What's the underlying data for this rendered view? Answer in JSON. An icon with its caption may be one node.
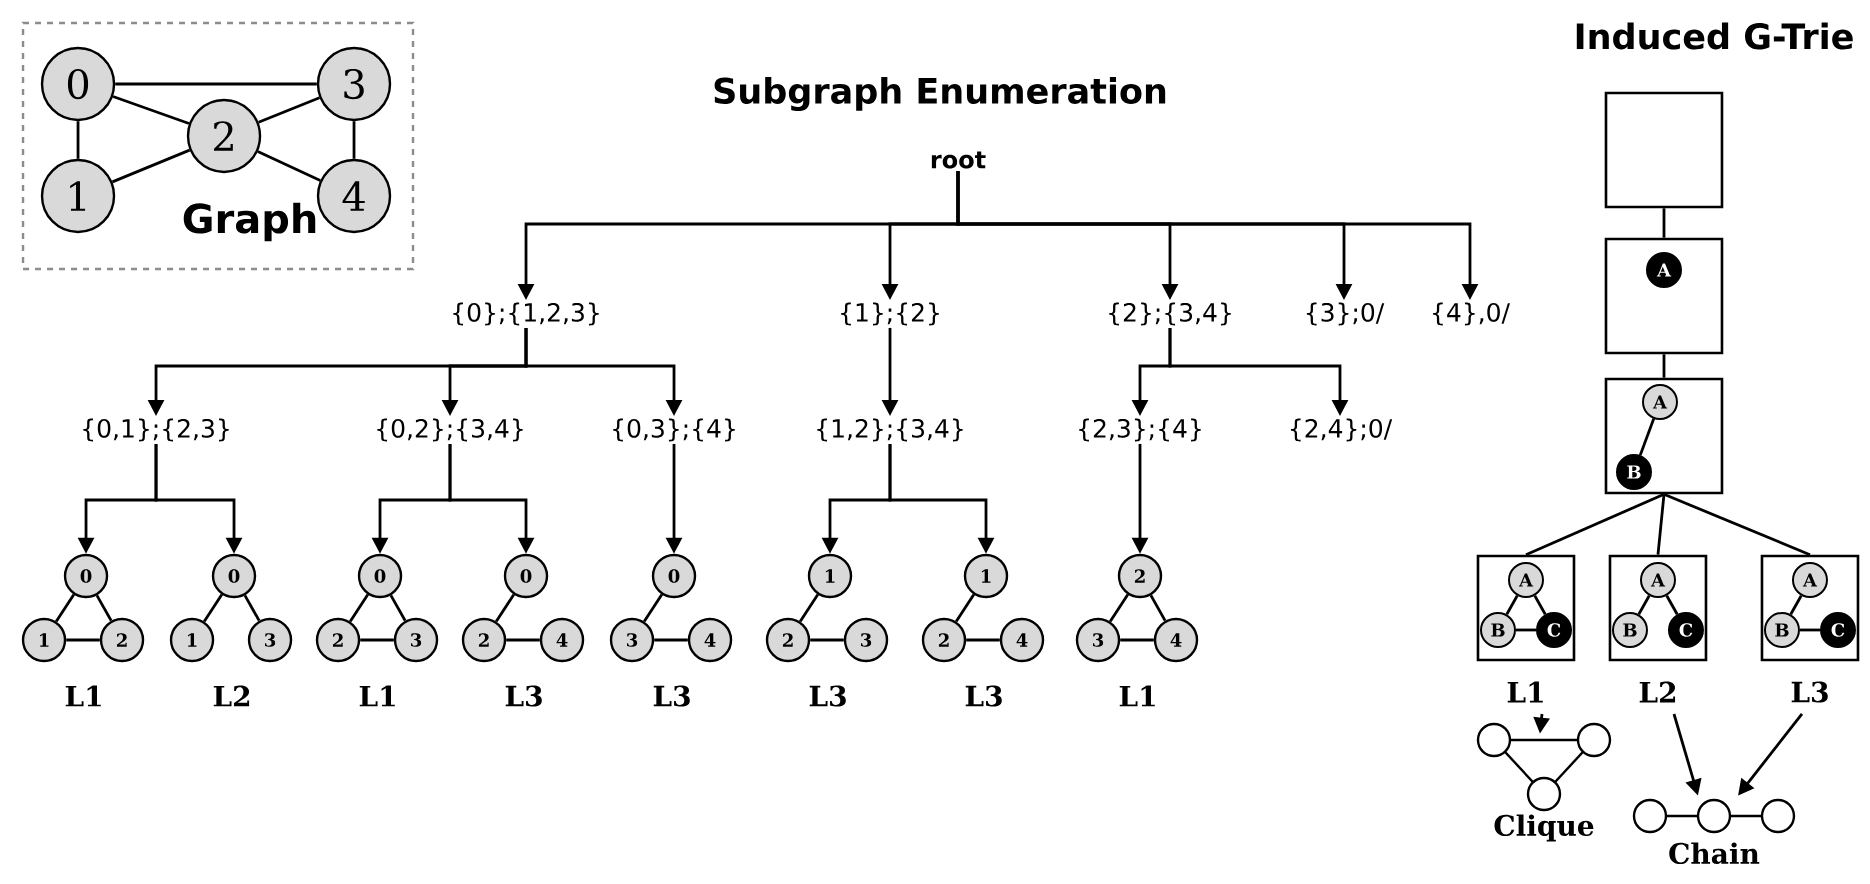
{
  "diagram": {
    "nodes": [
      {
        "text": [
          "Graph"
        ]
      },
      {
        "text": [
          "0"
        ],
        "in": 0
      },
      {
        "text": [
          "1"
        ],
        "in": 0
      },
      {
        "text": [
          "2"
        ],
        "in": 0
      },
      {
        "text": [
          "3"
        ],
        "in": 0
      },
      {
        "text": [
          "4"
        ],
        "in": 0
      },
      {
        "text": [
          "root"
        ]
      },
      {
        "text": [
          "{0};{1,2,3}"
        ]
      },
      {
        "text": [
          "{1};{2}"
        ]
      },
      {
        "text": [
          "{2};{3,4}"
        ]
      },
      {
        "text": [
          "{3};0/"
        ]
      },
      {
        "text": [
          "{4},0/"
        ]
      },
      {
        "text": [
          "{0,1};{2,3}"
        ]
      },
      {
        "text": [
          "{0,2};{3,4}"
        ]
      },
      {
        "text": [
          "{0,3};{4}"
        ]
      },
      {
        "text": [
          "{1,2};{3,4}"
        ]
      },
      {
        "text": [
          "{2,3};{4}"
        ]
      },
      {
        "text": [
          "{2,4};0/"
        ]
      },
      {
        "text": [
          "0"
        ]
      },
      {
        "text": [
          "1"
        ]
      },
      {
        "text": [
          "2"
        ]
      },
      {
        "text": [
          "0"
        ]
      },
      {
        "text": [
          "1"
        ]
      },
      {
        "text": [
          "3"
        ]
      },
      {
        "text": [
          "0"
        ]
      },
      {
        "text": [
          "2"
        ]
      },
      {
        "text": [
          "3"
        ]
      },
      {
        "text": [
          "0"
        ]
      },
      {
        "text": [
          "2"
        ]
      },
      {
        "text": [
          "4"
        ]
      },
      {
        "text": [
          "0"
        ]
      },
      {
        "text": [
          "3"
        ]
      },
      {
        "text": [
          "4"
        ]
      },
      {
        "text": [
          "1"
        ]
      },
      {
        "text": [
          "2"
        ]
      },
      {
        "text": [
          "3"
        ]
      },
      {
        "text": [
          "1"
        ]
      },
      {
        "text": [
          "2"
        ]
      },
      {
        "text": [
          "4"
        ]
      },
      {
        "text": [
          "2"
        ]
      },
      {
        "text": [
          "3"
        ]
      },
      {
        "text": [
          "4"
        ]
      },
      {
        "text": [],
        "shape": "box"
      },
      {
        "text": [],
        "shape": "box"
      },
      {
        "text": [
          "A"
        ],
        "in": 43
      },
      {
        "text": [],
        "shape": "box"
      },
      {
        "text": [
          "A"
        ],
        "in": 45
      },
      {
        "text": [
          "B"
        ],
        "in": 45
      },
      {
        "text": [],
        "shape": "box",
        "beside": [
          "L1"
        ]
      },
      {
        "text": [
          "A"
        ],
        "in": 48
      },
      {
        "text": [
          "B"
        ],
        "in": 48
      },
      {
        "text": [
          "C"
        ],
        "in": 48
      },
      {
        "text": [],
        "shape": "box",
        "beside": [
          "L2"
        ]
      },
      {
        "text": [
          "A"
        ],
        "in": 52
      },
      {
        "text": [
          "B"
        ],
        "in": 52
      },
      {
        "text": [
          "C"
        ],
        "in": 52
      },
      {
        "text": [],
        "shape": "box",
        "beside": [
          "L3"
        ]
      },
      {
        "text": [
          "A"
        ],
        "in": 56
      },
      {
        "text": [
          "B"
        ],
        "in": 56
      },
      {
        "text": [
          "C"
        ],
        "in": 56
      },
      {
        "text": [
          "Clique"
        ]
      },
      {
        "text": [
          "Chain"
        ]
      }
    ],
    "edges": [
      {
        "from": 1,
        "to": 4,
        "arrow": "none"
      },
      {
        "from": 1,
        "to": 3,
        "arrow": "none"
      },
      {
        "from": 1,
        "to": 2,
        "arrow": "none"
      },
      {
        "from": 2,
        "to": 3,
        "arrow": "none"
      },
      {
        "from": 3,
        "to": 4,
        "arrow": "none"
      },
      {
        "from": 3,
        "to": 5,
        "arrow": "none"
      },
      {
        "from": 4,
        "to": 5,
        "arrow": "none"
      },
      {
        "from": 6,
        "to": 7,
        "arrow": "to"
      },
      {
        "from": 6,
        "to": 8,
        "arrow": "to"
      },
      {
        "from": 6,
        "to": 9,
        "arrow": "to"
      },
      {
        "from": 6,
        "to": 10,
        "arrow": "to"
      },
      {
        "from": 6,
        "to": 11,
        "arrow": "to"
      },
      {
        "from": 7,
        "to": 12,
        "arrow": "to"
      },
      {
        "from": 7,
        "to": 13,
        "arrow": "to"
      },
      {
        "from": 7,
        "to": 14,
        "arrow": "to"
      },
      {
        "from": 8,
        "to": 15,
        "arrow": "to"
      },
      {
        "from": 9,
        "to": 16,
        "arrow": "to"
      },
      {
        "from": 9,
        "to": 17,
        "arrow": "to"
      },
      {
        "from": 12,
        "to": 18,
        "arrow": "to"
      },
      {
        "from": 12,
        "to": 21,
        "arrow": "to"
      },
      {
        "from": 13,
        "to": 24,
        "arrow": "to"
      },
      {
        "from": 13,
        "to": 27,
        "arrow": "to"
      },
      {
        "from": 14,
        "to": 30,
        "arrow": "to"
      },
      {
        "from": 15,
        "to": 33,
        "arrow": "to"
      },
      {
        "from": 15,
        "to": 36,
        "arrow": "to"
      },
      {
        "from": 16,
        "to": 39,
        "arrow": "to"
      },
      {
        "from": 18,
        "to": 19,
        "arrow": "none"
      },
      {
        "from": 18,
        "to": 20,
        "arrow": "none"
      },
      {
        "from": 19,
        "to": 20,
        "arrow": "none"
      },
      {
        "from": 21,
        "to": 22,
        "arrow": "none"
      },
      {
        "from": 21,
        "to": 23,
        "arrow": "none"
      },
      {
        "from": 24,
        "to": 25,
        "arrow": "none"
      },
      {
        "from": 24,
        "to": 26,
        "arrow": "none"
      },
      {
        "from": 25,
        "to": 26,
        "arrow": "none"
      },
      {
        "from": 27,
        "to": 28,
        "arrow": "none"
      },
      {
        "from": 28,
        "to": 29,
        "arrow": "none"
      },
      {
        "from": 30,
        "to": 31,
        "arrow": "none"
      },
      {
        "from": 31,
        "to": 32,
        "arrow": "none"
      },
      {
        "from": 33,
        "to": 34,
        "arrow": "none"
      },
      {
        "from": 34,
        "to": 35,
        "arrow": "none"
      },
      {
        "from": 36,
        "to": 37,
        "arrow": "none"
      },
      {
        "from": 37,
        "to": 38,
        "arrow": "none"
      },
      {
        "from": 39,
        "to": 40,
        "arrow": "none"
      },
      {
        "from": 39,
        "to": 41,
        "arrow": "none"
      },
      {
        "from": 40,
        "to": 41,
        "arrow": "none"
      },
      {
        "from": 42,
        "to": 43,
        "arrow": "none"
      },
      {
        "from": 43,
        "to": 45,
        "arrow": "none"
      },
      {
        "from": 45,
        "to": 48,
        "arrow": "none"
      },
      {
        "from": 45,
        "to": 52,
        "arrow": "none"
      },
      {
        "from": 45,
        "to": 56,
        "arrow": "none"
      },
      {
        "from": 46,
        "to": 47,
        "arrow": "none"
      },
      {
        "from": 49,
        "to": 50,
        "arrow": "none"
      },
      {
        "from": 49,
        "to": 51,
        "arrow": "none"
      },
      {
        "from": 50,
        "to": 51,
        "arrow": "none"
      },
      {
        "from": 53,
        "to": 54,
        "arrow": "none"
      },
      {
        "from": 53,
        "to": 55,
        "arrow": "none"
      },
      {
        "from": 57,
        "to": 58,
        "arrow": "none"
      },
      {
        "from": 58,
        "to": 59,
        "arrow": "none"
      },
      {
        "from": 48,
        "to": 60,
        "arrow": "to"
      },
      {
        "from": 52,
        "to": 61,
        "arrow": "to"
      },
      {
        "from": 56,
        "to": 61,
        "arrow": "to"
      }
    ],
    "labels": [
      "Subgraph Enumeration",
      "Induced G-Trie",
      "L1",
      "L2",
      "L1",
      "L3",
      "L3",
      "L3",
      "L3",
      "L1"
    ]
  }
}
